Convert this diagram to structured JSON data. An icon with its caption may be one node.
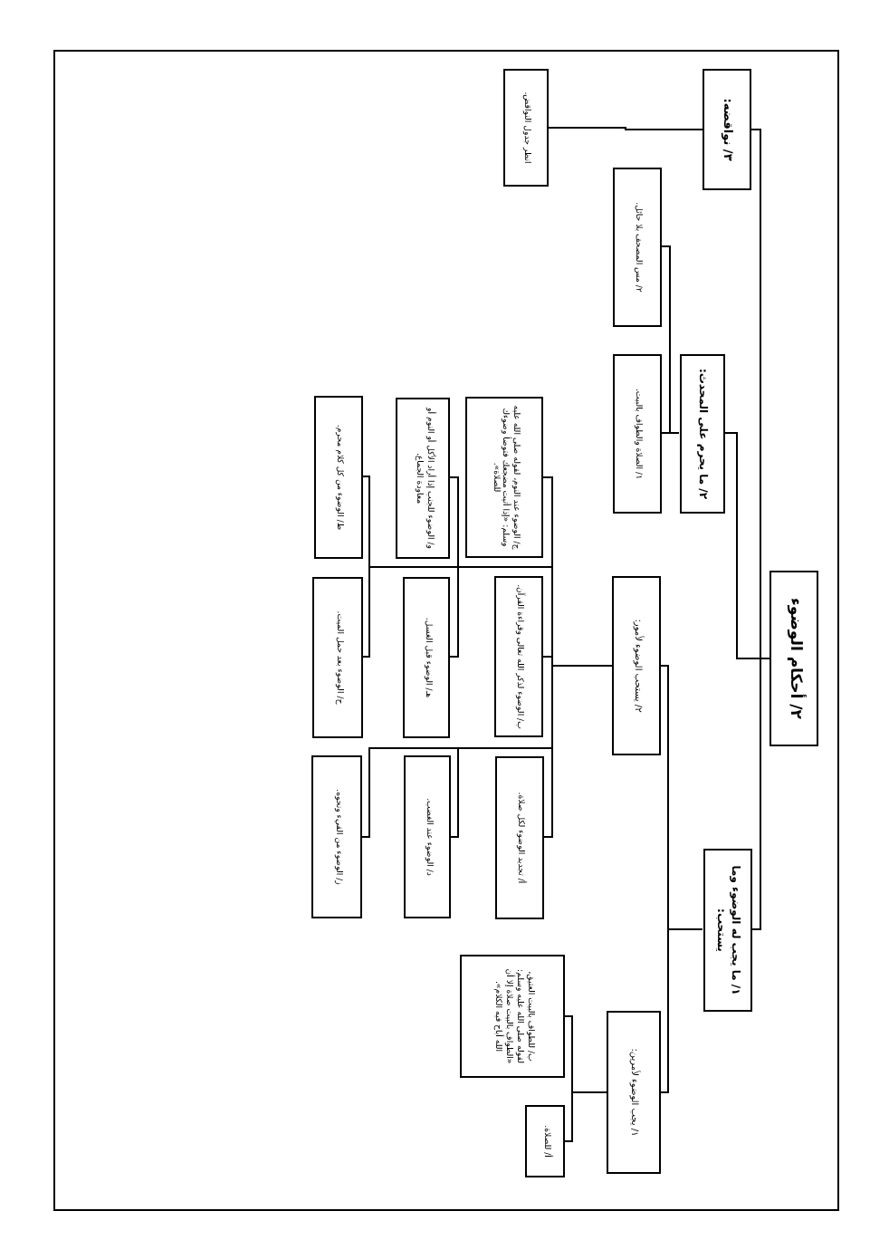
{
  "diagram": {
    "nodes": [
      {
        "text": [
          "٢/ أحكام الوضوء"
        ]
      },
      {
        "text": [
          "١/ ما يجب له الوضوء وما يستحب:"
        ]
      },
      {
        "text": [
          "١/ يجب الوضوء لأمرين:"
        ]
      },
      {
        "text": [
          "أ/ للصلاة."
        ]
      },
      {
        "text": [
          "ب/ للطواف بالبيت العتيق، لقوله صلى الله عليه وسلم: «الطواف بالبيت صلاة إلا أن الله أباح فيه الكلام»."
        ]
      },
      {
        "text": [
          "٢/ يستحب الوضوء لأمور:"
        ]
      },
      {
        "text": [
          "أ/ تجديد الوضوء لكل صلاة."
        ]
      },
      {
        "text": [
          "ب/ الوضوء لذكر الله تعالى وقراءة القرآن."
        ]
      },
      {
        "text": [
          "ج/ الوضوء عند النوم، لقوله صلى الله عليه وسلم: «إذا أتيت مضجعك فتوضأ وضوءك للصلاة»."
        ]
      },
      {
        "text": [
          "د/ الوضوء عند الغضب."
        ]
      },
      {
        "text": [
          "هـ/ الوضوء قبل الغسل."
        ]
      },
      {
        "text": [
          "و/ الوضوء للجنب إذا أراد الأكل أو النوم أو معاودة الجماع."
        ]
      },
      {
        "text": [
          "ز/ الوضوء من القيء ونحوه."
        ]
      },
      {
        "text": [
          "ح/ الوضوء بعد حمل الميت."
        ]
      },
      {
        "text": [
          "ط/ الوضوء من كل كلام محرم."
        ]
      },
      {
        "text": [
          "٢/ ما يحرم على المحدث:"
        ]
      },
      {
        "text": [
          "١/ الصلاة والطواف بالبيت."
        ]
      },
      {
        "text": [
          "٢/ مس المصحف بلا حائل."
        ]
      },
      {
        "text": [
          "٣/ نواقضه:"
        ]
      },
      {
        "text": [
          "انظر جدول النواقض."
        ]
      }
    ],
    "edges": [
      {
        "from": 0,
        "to": 1,
        "arrow": "none"
      },
      {
        "from": 1,
        "to": 2,
        "arrow": "none"
      },
      {
        "from": 2,
        "to": 3,
        "arrow": "none"
      },
      {
        "from": 2,
        "to": 4,
        "arrow": "none"
      },
      {
        "from": 1,
        "to": 5,
        "arrow": "none"
      },
      {
        "from": 5,
        "to": 6,
        "arrow": "none"
      },
      {
        "from": 5,
        "to": 7,
        "arrow": "none"
      },
      {
        "from": 5,
        "to": 8,
        "arrow": "none"
      },
      {
        "from": 5,
        "to": 9,
        "arrow": "none"
      },
      {
        "from": 5,
        "to": 10,
        "arrow": "none"
      },
      {
        "from": 5,
        "to": 11,
        "arrow": "none"
      },
      {
        "from": 5,
        "to": 12,
        "arrow": "none"
      },
      {
        "from": 5,
        "to": 13,
        "arrow": "none"
      },
      {
        "from": 5,
        "to": 14,
        "arrow": "none"
      },
      {
        "from": 0,
        "to": 15,
        "arrow": "none"
      },
      {
        "from": 15,
        "to": 16,
        "arrow": "none"
      },
      {
        "from": 15,
        "to": 17,
        "arrow": "none"
      },
      {
        "from": 0,
        "to": 18,
        "arrow": "none"
      },
      {
        "from": 18,
        "to": 19,
        "arrow": "none"
      }
    ]
  }
}
